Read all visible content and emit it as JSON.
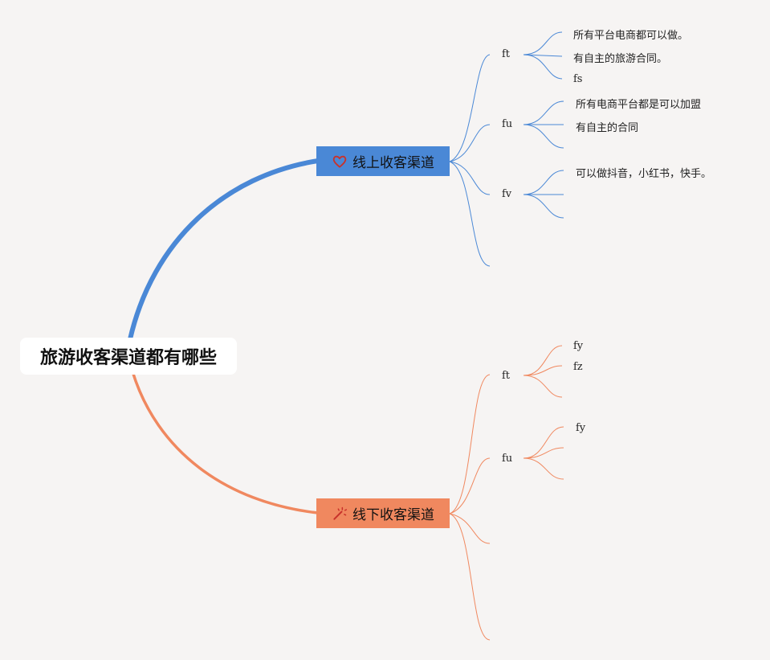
{
  "root": {
    "title": "旅游收客渠道都有哪些"
  },
  "colors": {
    "online": "#4a88d6",
    "offline": "#f0885f",
    "background": "#f6f4f3"
  },
  "online": {
    "label": "线上收客渠道",
    "icon": "heart-icon",
    "children": [
      {
        "label": "ft",
        "leaves": [
          "所有平台电商都可以做。",
          "有自主的旅游合同。",
          "fs"
        ]
      },
      {
        "label": "fu",
        "leaves": [
          "所有电商平台都是可以加盟",
          "有自主的合同"
        ]
      },
      {
        "label": "fv",
        "leaves": [
          "可以做抖音，小红书，快手。"
        ]
      }
    ]
  },
  "offline": {
    "label": "线下收客渠道",
    "icon": "magic-wand-icon",
    "children": [
      {
        "label": "ft",
        "leaves": [
          "fy",
          "fz"
        ]
      },
      {
        "label": "fu",
        "leaves": [
          "fy"
        ]
      }
    ]
  }
}
